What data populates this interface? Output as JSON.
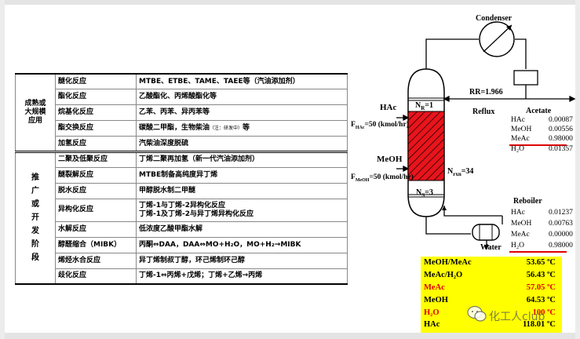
{
  "table": {
    "group1_category": [
      "成熟或",
      "大规模",
      "应用"
    ],
    "group2_category": [
      "推",
      "广",
      "或",
      "开",
      "发",
      "阶",
      "段"
    ],
    "group1_rows": [
      {
        "reaction": "醚化反应",
        "example": "MTBE、ETBE、TAME、TAEE等（汽油添加剂）"
      },
      {
        "reaction": "酯化反应",
        "example": "乙酸酯化、丙烯酸酯化等"
      },
      {
        "reaction": "烷基化反应",
        "example": "乙苯、丙苯、异丙苯等"
      },
      {
        "reaction": "酯交换反应",
        "example": "碳酸二甲酯，生物柴油",
        "note": "（注：研发中）",
        "suffix": "等"
      },
      {
        "reaction": "加氢反应",
        "example": "汽柴油深度脱硫"
      }
    ],
    "group2_rows": [
      {
        "reaction": "二聚及低聚反应",
        "example": "丁烯二聚再加氢（新一代汽油添加剂）"
      },
      {
        "reaction": "醚裂解反应",
        "example": "MTBE制备高纯度异丁烯"
      },
      {
        "reaction": "脱水反应",
        "example": "甲醇脱水制二甲醚"
      },
      {
        "reaction": "异构化反应",
        "example": "丁烯-1与丁烯-2异构化反应",
        "example2": "丁烯-1及丁烯-2与异丁烯异构化反应"
      },
      {
        "reaction": "水解反应",
        "example": "低浓度乙酸甲酯水解"
      },
      {
        "reaction": "醇醛缩合（MIBK）",
        "example": "丙酮⇔DAA，DAA⇔MO+H₂O，MO+H₂→MIBK"
      },
      {
        "reaction": "烯烃水合反应",
        "example": "异丁烯制叔丁醇，环己烯制环己醇"
      },
      {
        "reaction": "歧化反应",
        "example": "丁烯-1⇔丙烯+戊烯；丁烯+乙烯→丙烯"
      }
    ]
  },
  "process": {
    "condenser": "Condenser",
    "rr": "RR=1.966",
    "reflux": "Reflux",
    "nr": "N",
    "nr_sub": "R",
    "nr_val": "=1",
    "hac_feed": "HAc",
    "f_hac": "F",
    "f_hac_sub": "HAc",
    "f_hac_val": "=50 (kmol/hr)",
    "meoh_feed": "MeOH",
    "f_meoh": "F",
    "f_meoh_sub": "MeOH",
    "f_meoh_val": "=50 (kmol/hr)",
    "nrxn": "N",
    "nrxn_sub": "rxn",
    "nrxn_val": "=34",
    "ns": "N",
    "ns_sub": "S",
    "ns_val": "=3",
    "reboiler": "Reboiler",
    "water": "Water",
    "acetate": "Acetate",
    "distillate": [
      {
        "name": "HAc",
        "value": "0.00087"
      },
      {
        "name": "MeOH",
        "value": "0.00556"
      },
      {
        "name": "MeAc",
        "value": "0.98000"
      },
      {
        "name": "H₂O",
        "value": "0.01357"
      }
    ],
    "bottoms": [
      {
        "name": "HAc",
        "value": "0.01237"
      },
      {
        "name": "MeOH",
        "value": "0.00763"
      },
      {
        "name": "MeAc",
        "value": "0.00000"
      },
      {
        "name": "H₂O",
        "value": "0.98000"
      }
    ],
    "colors": {
      "packing": "#e8141c",
      "underline": "#e00000",
      "highlight": "#ffff00"
    }
  },
  "boiling_points": [
    {
      "comp": "MeOH/MeAc",
      "value": "53.65 ºC",
      "red": false
    },
    {
      "comp": "MeAc/H₂O",
      "value": "56.43 ºC",
      "red": false
    },
    {
      "comp": "MeAc",
      "value": "57.05 ºC",
      "red": true
    },
    {
      "comp": "MeOH",
      "value": "64.53 ºC",
      "red": false
    },
    {
      "comp": "H₂O",
      "value": "100 ºC",
      "red": true
    },
    {
      "comp": "HAc",
      "value": "118.01 ºC",
      "red": false
    }
  ],
  "watermark": {
    "text": "化工人club",
    "icon": "wechat-icon"
  }
}
